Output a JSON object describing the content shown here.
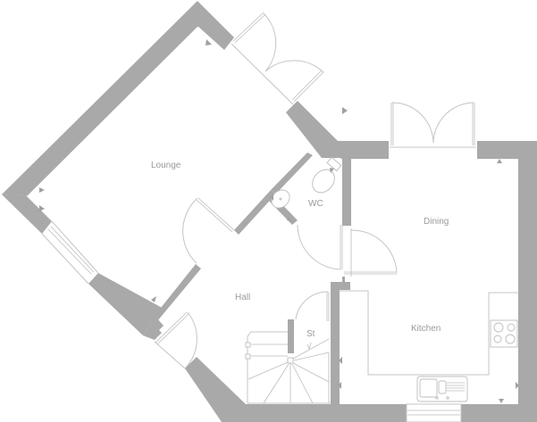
{
  "plan": {
    "colors": {
      "wall": "#a9a9a9",
      "line": "#c4c4c4",
      "label": "#9a9a9a",
      "background": "#ffffff"
    },
    "rooms": [
      {
        "id": "lounge",
        "label": "Lounge"
      },
      {
        "id": "wc",
        "label": "WC"
      },
      {
        "id": "dining",
        "label": "Dining"
      },
      {
        "id": "hall",
        "label": "Hall"
      },
      {
        "id": "st",
        "label": "St"
      },
      {
        "id": "kitchen",
        "label": "Kitchen"
      }
    ],
    "fixtures": [
      "french-doors-lounge",
      "french-doors-dining",
      "front-door",
      "wc-door",
      "hall-kitchen-door",
      "lounge-door",
      "store-door",
      "toilet",
      "basin",
      "hob",
      "sink",
      "staircase",
      "window-lounge",
      "window-kitchen"
    ]
  }
}
